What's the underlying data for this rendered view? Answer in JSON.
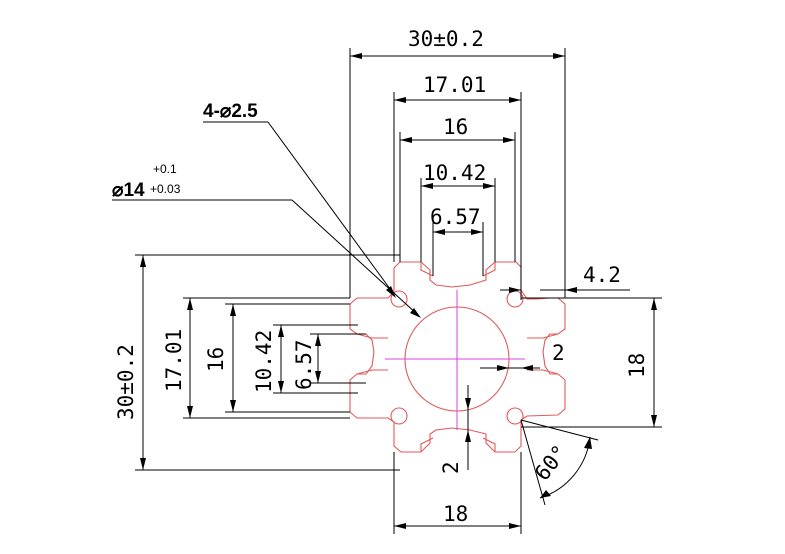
{
  "dimensions": {
    "width_total": "30±0.2",
    "width_outer_slot": "17.01",
    "width_inner_slot": "16",
    "width_slot_open": "10.42",
    "width_slot_neck": "6.57",
    "height_total": "30±0.2",
    "height_outer_slot": "17.01",
    "height_inner_slot": "16",
    "height_slot_open": "10.42",
    "height_slot_neck": "6.57",
    "hole_label": "4-⌀2.5",
    "bore_label": "⌀14",
    "bore_tol_upper": "+0.1",
    "bore_tol_lower": "+0.03",
    "offset_right": "4.2",
    "height_right": "18",
    "wall_right": "2",
    "wall_bottom": "2",
    "width_bottom": "18",
    "angle": "60°"
  },
  "colors": {
    "profile": "#e05a5a",
    "centerline": "#e040e0",
    "dimension": "#000000"
  }
}
